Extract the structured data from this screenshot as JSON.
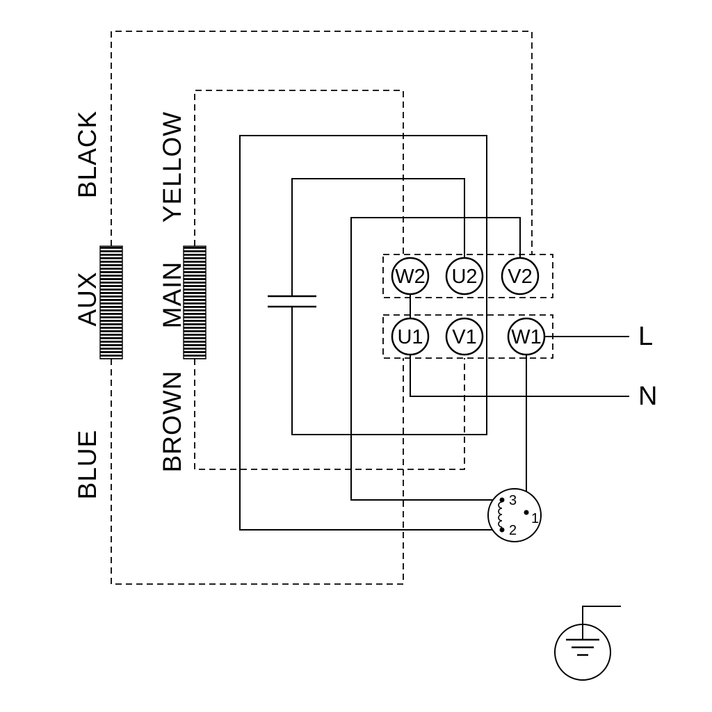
{
  "background_color": "#ffffff",
  "line_color": "#000000",
  "windings": {
    "aux": {
      "label": "AUX",
      "top_wire": "BLACK",
      "bottom_wire": "BLUE"
    },
    "main": {
      "label": "MAIN",
      "top_wire": "YELLOW",
      "bottom_wire": "BROWN"
    }
  },
  "terminal_board": {
    "top_row": {
      "w2": "W2",
      "u2": "U2",
      "v2": "V2"
    },
    "bottom_row": {
      "u1": "U1",
      "v1": "V1",
      "w1": "W1"
    }
  },
  "supply": {
    "line": "L",
    "neutral": "N"
  },
  "thermal_protector": {
    "t3": "3",
    "t2": "2",
    "t1": "1"
  }
}
